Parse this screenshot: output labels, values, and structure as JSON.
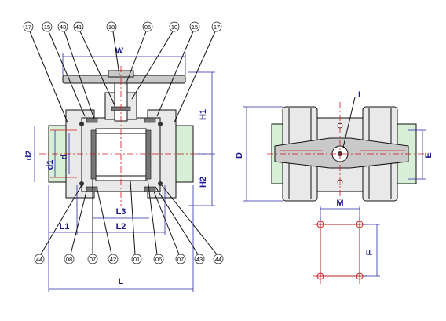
{
  "callouts_top": [
    "17",
    "15",
    "43",
    "41",
    "18",
    "05",
    "10",
    "15",
    "17"
  ],
  "callouts_bottom": [
    "44",
    "08",
    "07",
    "42",
    "01",
    "06",
    "07",
    "43",
    "44"
  ],
  "dimensions": {
    "W": "W",
    "H1": "H1",
    "H2": "H2",
    "d2": "d2",
    "d1": "d1",
    "d": "d",
    "L1": "L1",
    "L2": "L2",
    "L3": "L3",
    "L": "L",
    "D": "D",
    "M": "M",
    "E": "E",
    "F": "F",
    "I": "I"
  },
  "colors": {
    "dimension": "#2a2aa8",
    "centerline": "#d01818",
    "outline": "#111111",
    "body_fill": "#e9e9e9",
    "pipe_fill": "#d6efd6"
  }
}
